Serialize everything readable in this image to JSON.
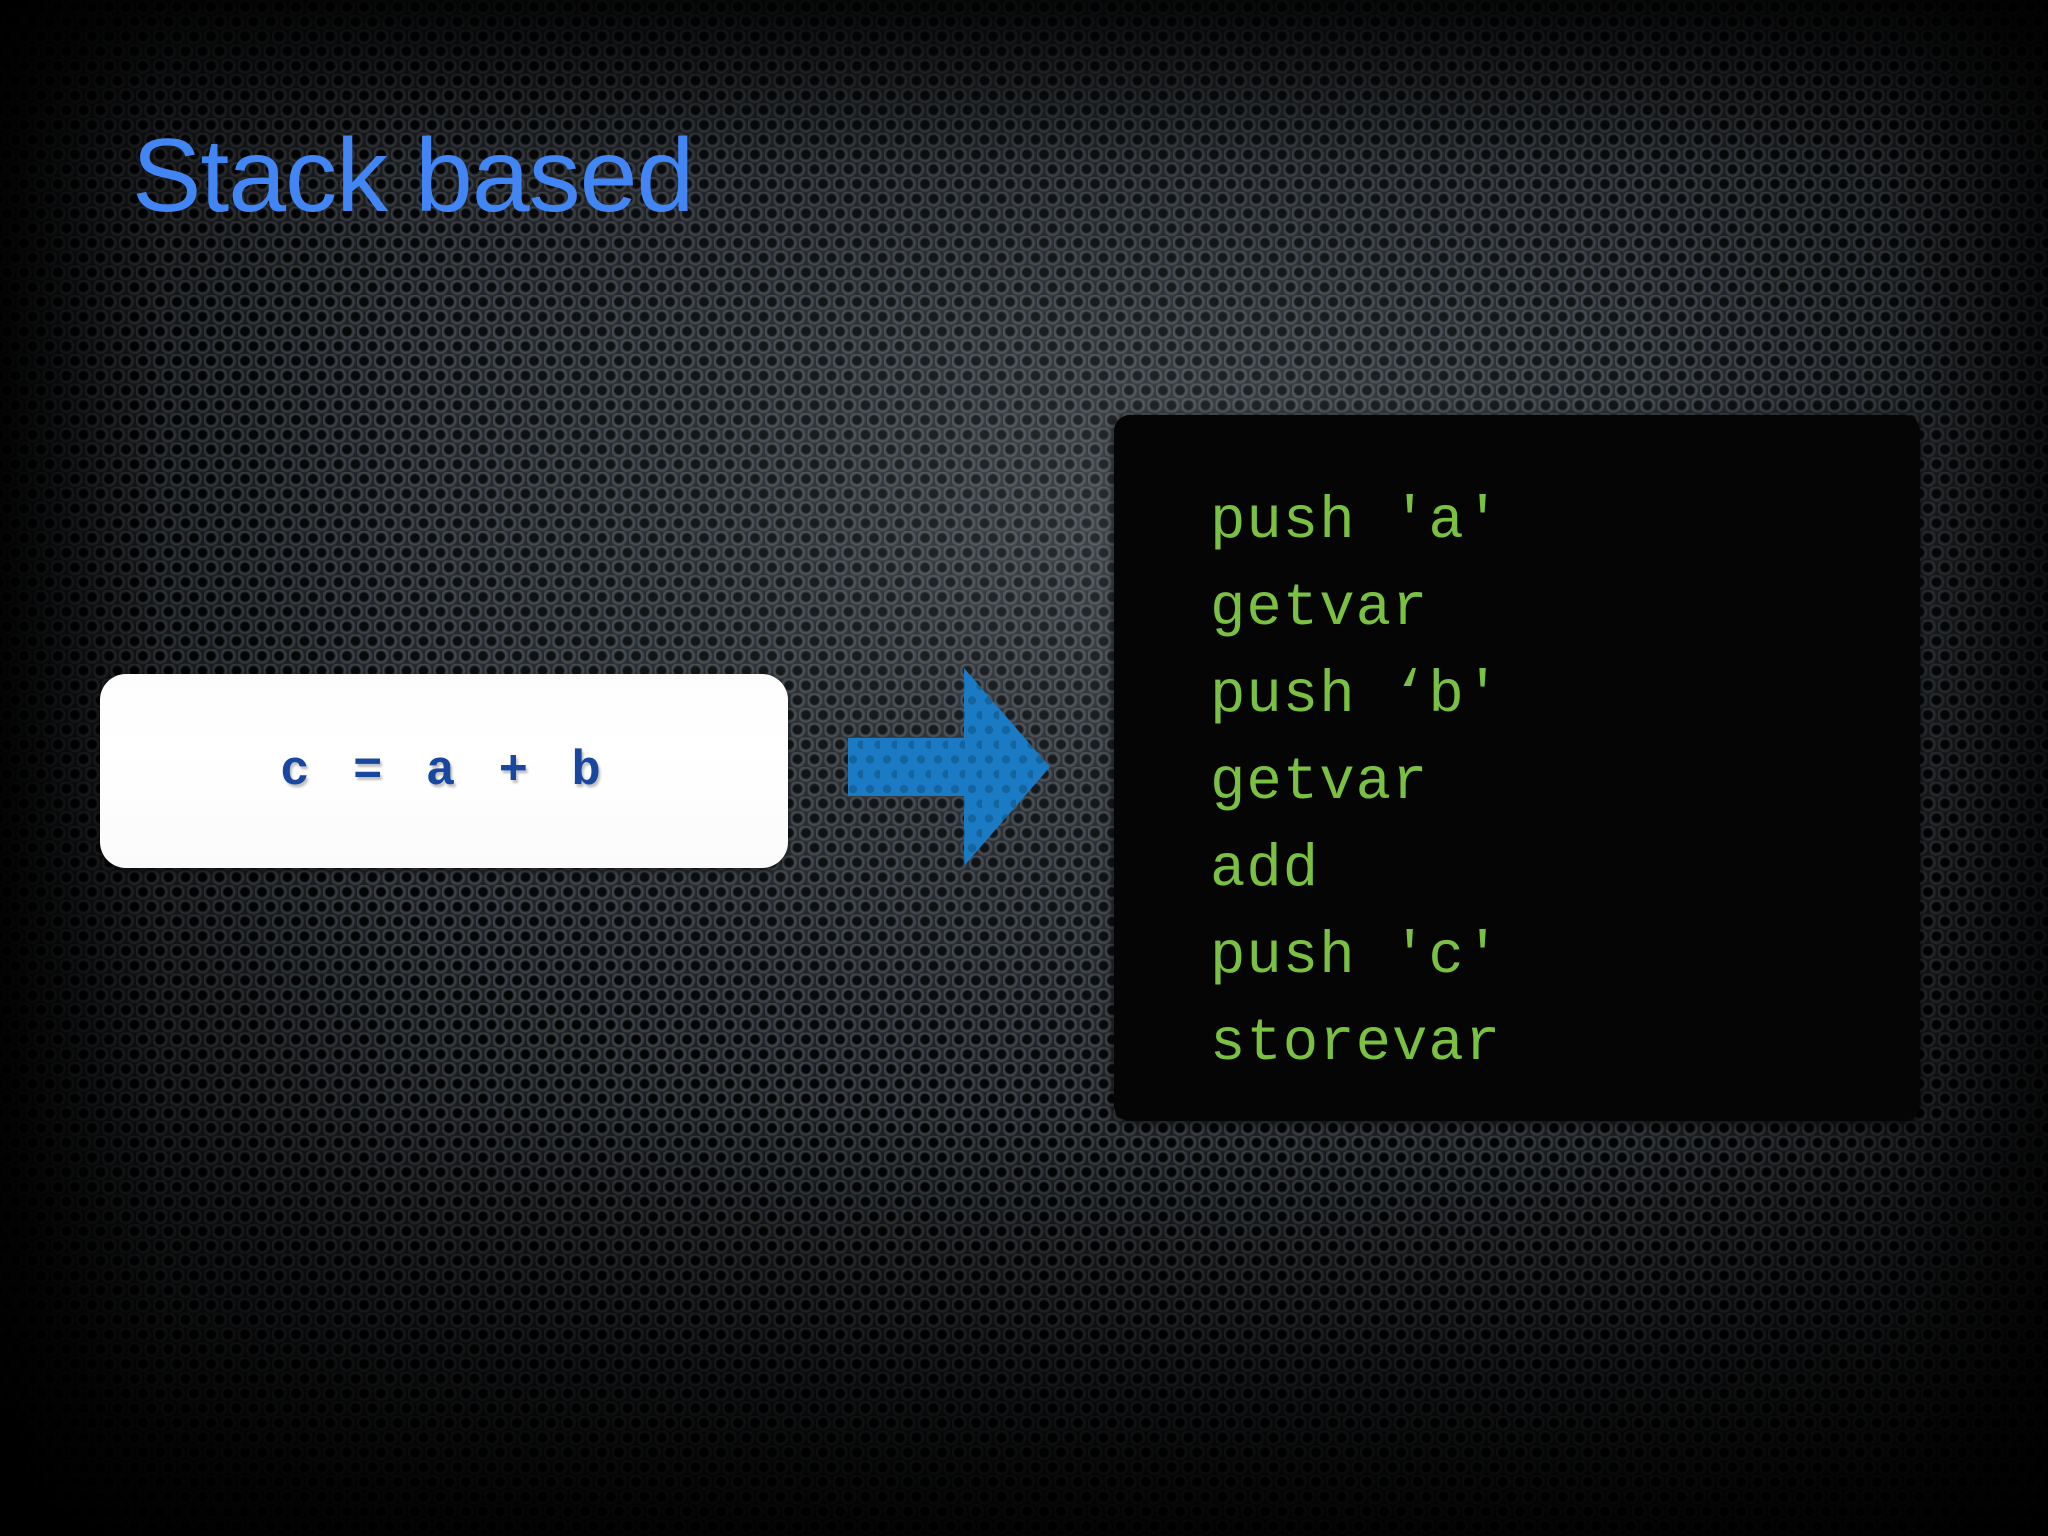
{
  "slide": {
    "title": "Stack based",
    "title_color": "#4285f4",
    "background_style": "perforated-dark-metal-mesh"
  },
  "source_panel": {
    "name": "source-expression",
    "code": "c = a + b",
    "text_color": "#17479e",
    "background_color": "#ffffff"
  },
  "arrow": {
    "name": "right-arrow",
    "direction": "right",
    "color": "#1b7ac4"
  },
  "bytecode_panel": {
    "name": "stack-bytecode-listing",
    "background_color": "#050505",
    "text_color": "#7ac143",
    "lines": [
      "push 'a'",
      "getvar",
      "push ‘b'",
      "getvar",
      "add",
      "push 'c'",
      "storevar"
    ]
  }
}
